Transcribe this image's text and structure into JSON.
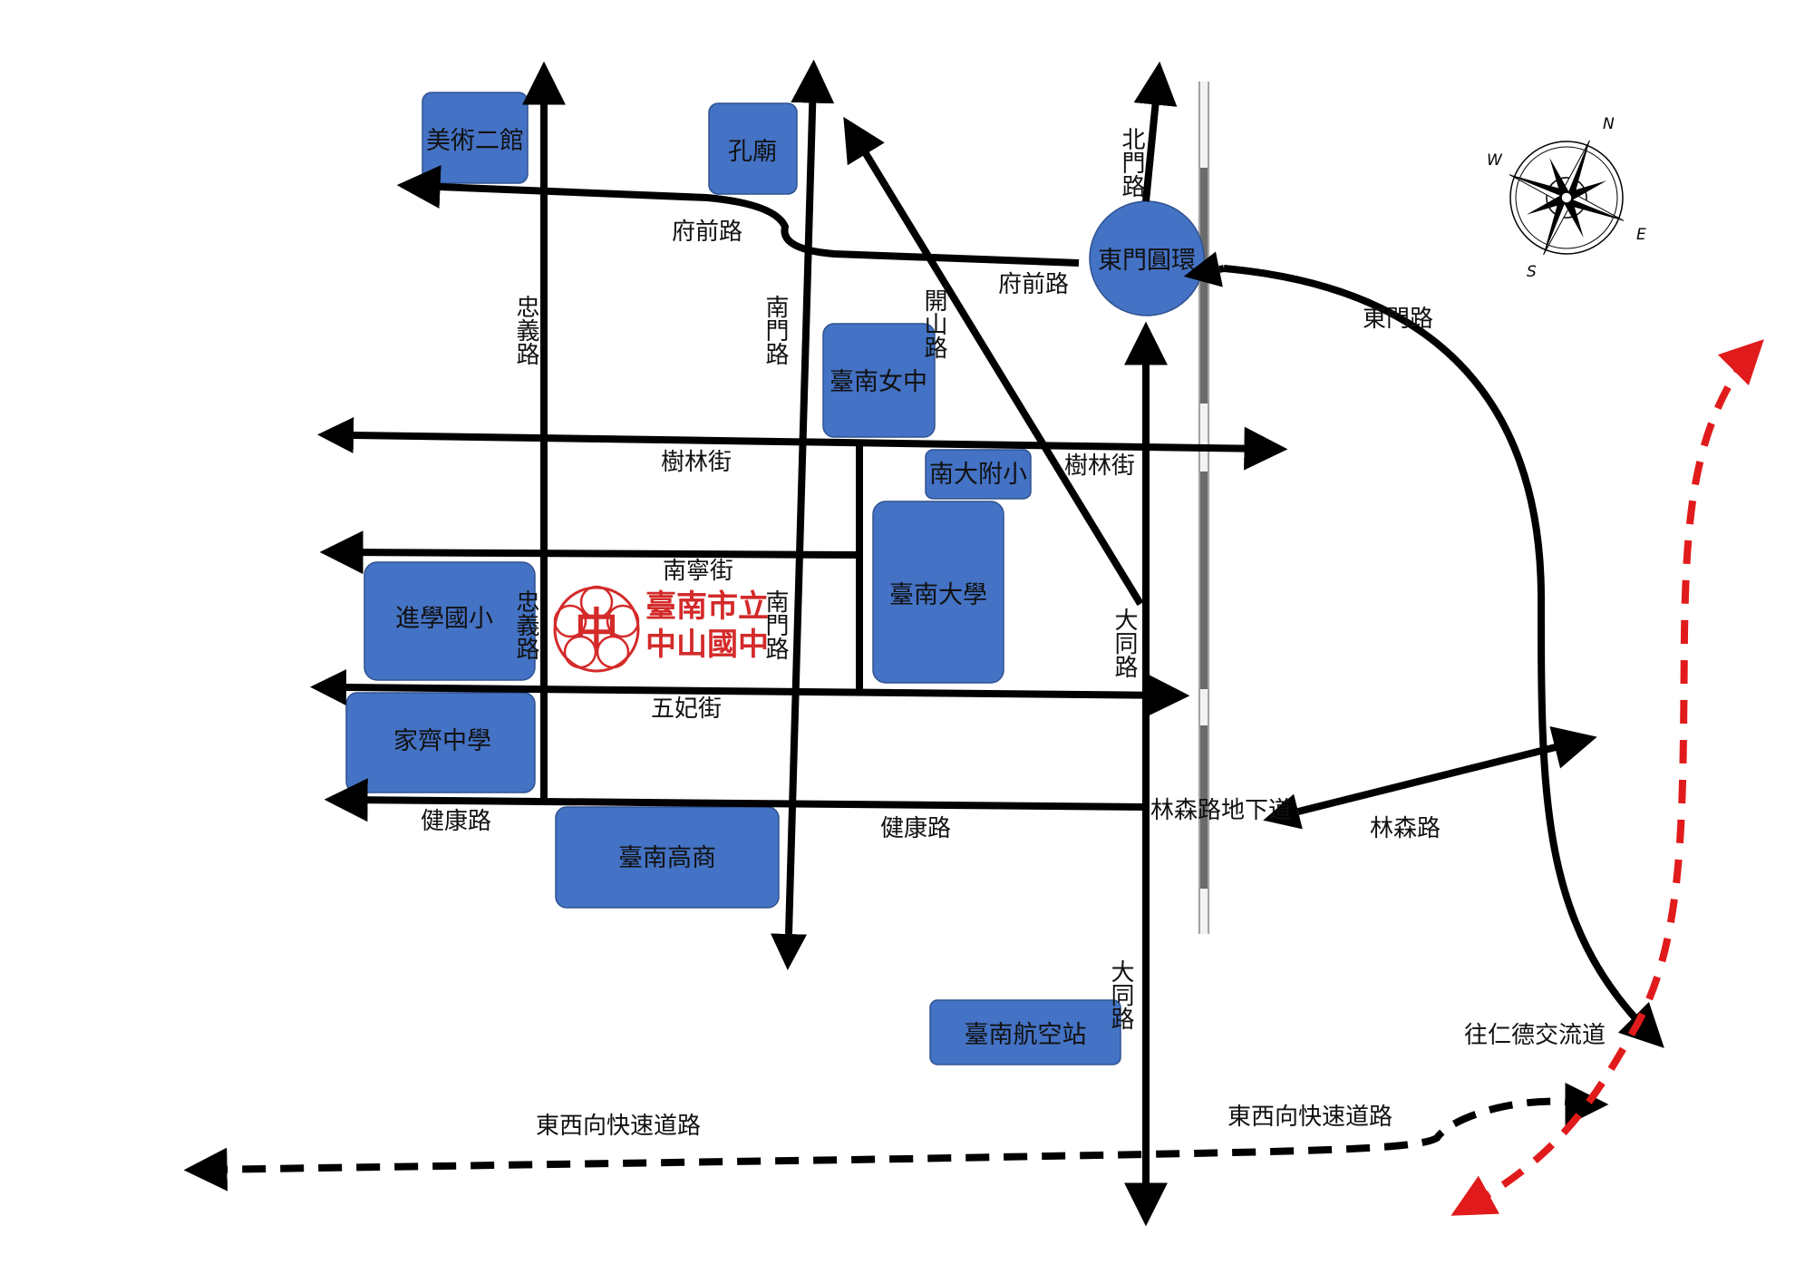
{
  "roads": {
    "fuqian_w": "府前路",
    "fuqian_e": "府前路",
    "beimen": "北門路",
    "zhongyi_n": "忠義路",
    "zhongyi_s": "忠義路",
    "nanmen_n": "南門路",
    "nanmen_s": "南門路",
    "kaishan": "開山路",
    "dongmen": "東門路",
    "shulin_w": "樹林街",
    "shulin_e": "樹林街",
    "nanning": "南寧街",
    "wufei": "五妃街",
    "datong_n": "大同路",
    "datong_s": "大同路",
    "jiankang_w": "健康路",
    "jiankang_e": "健康路",
    "linsen_underpass": "林森路地下道",
    "linsen": "林森路",
    "expressway_w": "東西向快速道路",
    "expressway_e": "東西向快速道路",
    "rende": "往仁德交流道"
  },
  "buildings": {
    "art_museum_2": "美術二館",
    "confucius_temple": "孔廟",
    "dongmen_roundabout": "東門圓環",
    "tainan_girls_high": "臺南女中",
    "nanda_elementary": "南大附小",
    "nutn": "臺南大學",
    "jinxue_elementary": "進學國小",
    "jiaqi_high": "家齊中學",
    "tainan_commercial": "臺南高商",
    "airport": "臺南航空站"
  },
  "school": {
    "name_line1": "臺南市立",
    "name_line2": "中山國中"
  },
  "compass": {
    "n": "N",
    "e": "E",
    "s": "S",
    "w": "W"
  },
  "colors": {
    "building_fill": "#4472c4",
    "road": "#000000",
    "route_highlight": "#e11b1b",
    "school_logo": "#d42a2a"
  }
}
